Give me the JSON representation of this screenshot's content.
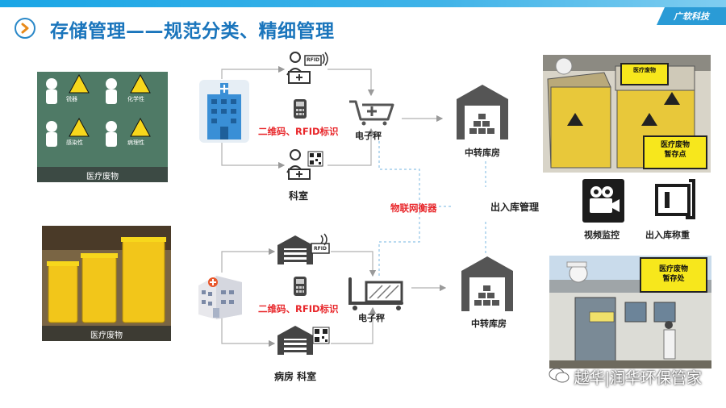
{
  "header": {
    "brand": "广软科技",
    "title": "存储管理——规范分类、精细管理"
  },
  "photos": {
    "top_left_caption": "医疗废物",
    "bottom_left_caption": "医疗废物"
  },
  "waste_categories": [
    "锐器",
    "化学性",
    "感染性",
    "病理性"
  ],
  "flow_top": {
    "id_label": "二维码、RFID标识",
    "scale_label": "电子秤",
    "dept_label": "科室",
    "storage_label": "中转库房"
  },
  "flow_bottom": {
    "id_label": "二维码、RFID标识",
    "scale_label": "电子秤",
    "dept_label": "病房  科室",
    "storage_label": "中转库房"
  },
  "center": {
    "iot_label": "物联网衡器",
    "inout_label": "出入库管理"
  },
  "icons_right": {
    "video_label": "视频监控",
    "weigh_label": "出入库称重"
  },
  "tags": {
    "rfid": "RFID"
  },
  "signs": {
    "top_line1": "医疗废物",
    "top_line2": "暂存点",
    "bottom_line1": "医疗废物",
    "bottom_line2": "暂存处",
    "bin_label": "医疗废物"
  },
  "watermark": "越华|润华环保管家",
  "colors": {
    "accent": "#1a75bc",
    "red": "#e8262a",
    "yellow": "#f7e71c"
  }
}
